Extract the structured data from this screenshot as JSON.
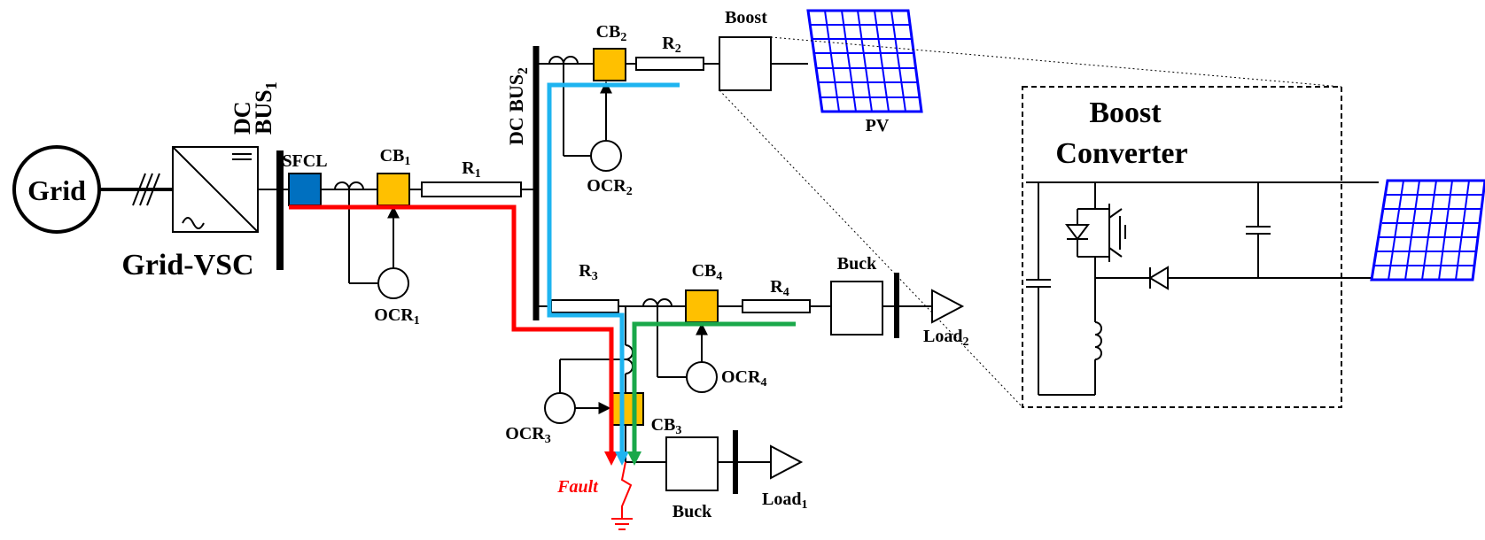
{
  "labels": {
    "grid": "Grid",
    "grid_vsc": "Grid-VSC",
    "dc_bus1_dc": "DC",
    "dc_bus1_bus": "BUS",
    "dc_bus1_sub": "1",
    "dc_bus2_main": "DC BUS",
    "dc_bus2_sub": "2",
    "sfcl": "SFCL",
    "cb": "CB",
    "cb1_sub": "1",
    "cb2_sub": "2",
    "cb3_sub": "3",
    "cb4_sub": "4",
    "r": "R",
    "r1_sub": "1",
    "r2_sub": "2",
    "r3_sub": "3",
    "r4_sub": "4",
    "ocr": "OCR",
    "ocr1_sub": "1",
    "ocr2_sub": "2",
    "ocr3_sub": "3",
    "ocr4_sub": "4",
    "boost": "Boost",
    "pv": "PV",
    "buck_top": "Buck",
    "buck_bottom": "Buck",
    "load": "Load",
    "load1_sub": "1",
    "load2_sub": "2",
    "fault": "Fault",
    "boost_converter_line1": "Boost",
    "boost_converter_line2": "Converter"
  },
  "colors": {
    "grid_fault_path": "#ff0000",
    "pv_fault_path": "#1eb4f0",
    "load2_fault_path": "#1aa84a",
    "circuit_breaker": "#ffc000",
    "sfcl": "#0070c0",
    "pv_panel": "#0000ff",
    "fault_label": "#ff0000"
  }
}
